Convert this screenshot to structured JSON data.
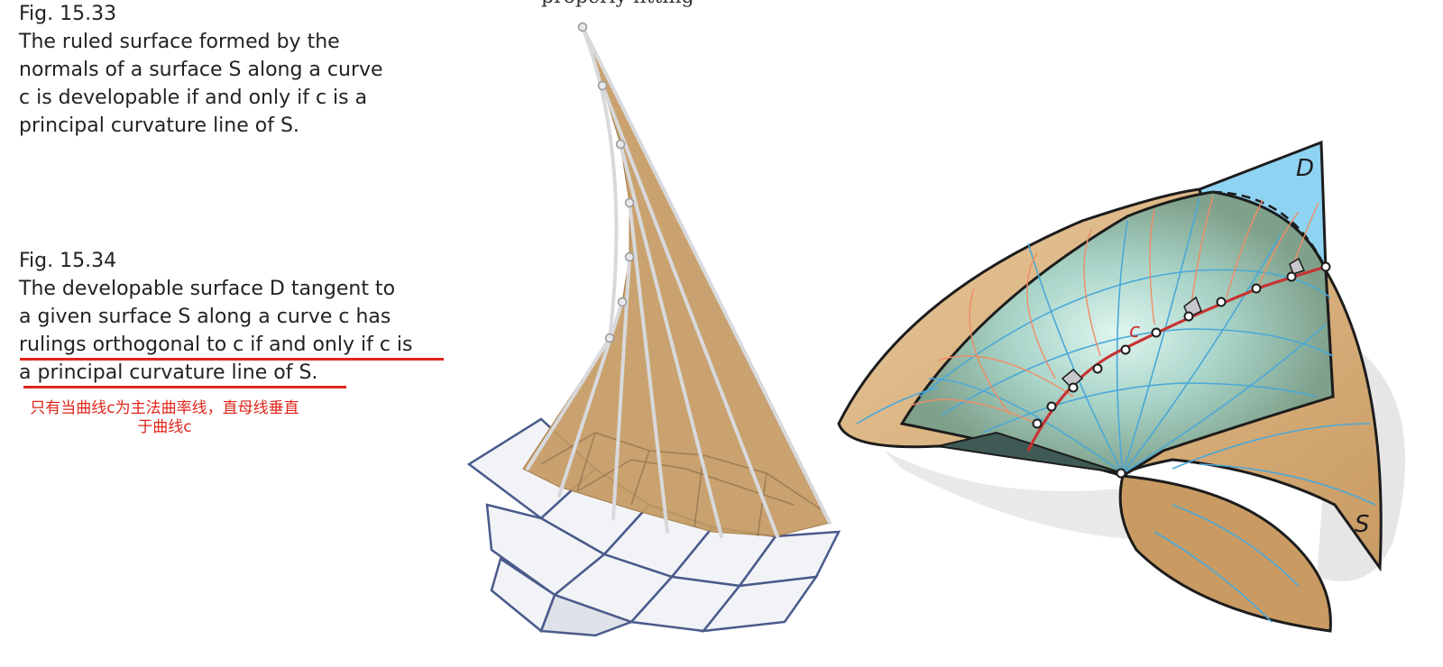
{
  "header_fragment": "properly fitting",
  "fig1": {
    "label": "Fig. 15.33",
    "lines": [
      "The ruled surface formed by the",
      "normals of a surface S along a curve",
      "c is developable if and only if c is a",
      "principal curvature line of S."
    ]
  },
  "fig2": {
    "label": "Fig. 15.34",
    "lines": [
      "The developable surface D tangent to",
      "a given surface S along a curve c has",
      "rulings orthogonal to c if and only if c is",
      "a principal curvature line of S."
    ]
  },
  "annotation": {
    "line1": "只有当曲线c为主法曲率线，直母线垂直",
    "line2": "于曲线c"
  },
  "figure_labels": {
    "D": "D",
    "S": "S",
    "c": "c"
  },
  "colors": {
    "annotation_red": "#e0251b",
    "ruled_surface": "#c49a63",
    "grid_lines": "#4a5a8c",
    "surface_tan": "#dfb98a",
    "surface_green": "#7fa08a",
    "tangent_blue": "#8fd3f2",
    "curve_red": "#c83232",
    "param_blue": "#4aa8d8",
    "param_orange": "#f08c64"
  }
}
